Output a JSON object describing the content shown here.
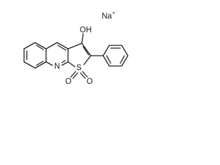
{
  "counterion": {
    "symbol": "Na",
    "charge": "+"
  },
  "atoms": {
    "hydroxyl": "OH",
    "nitrogen": "N",
    "sulfur": "S",
    "oxygen_left": "O",
    "oxygen_right": "O"
  }
}
